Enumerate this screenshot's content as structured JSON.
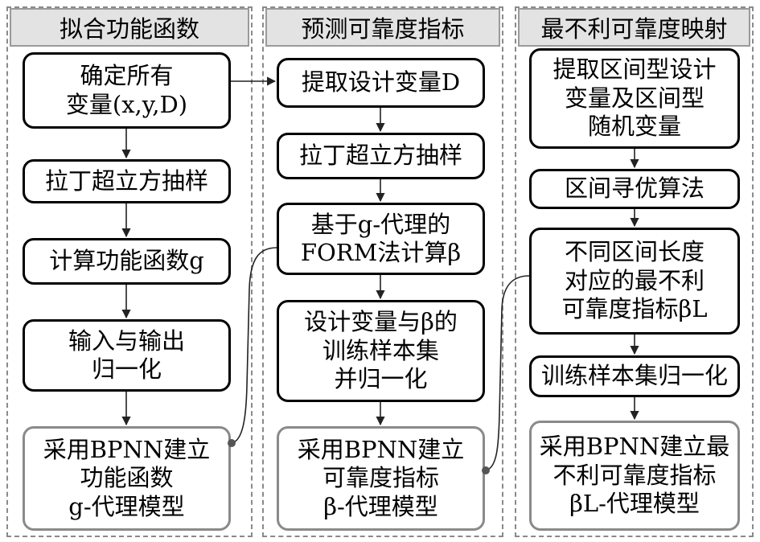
{
  "panels": {
    "fit": {
      "title": "拟合功能函数"
    },
    "predict": {
      "title": "预测可靠度指标"
    },
    "worst": {
      "title": "最不利可靠度映射"
    }
  },
  "col1": [
    "确定所有\n变量(x,y,D)",
    "拉丁超立方抽样",
    "计算功能函数g",
    "输入与输出\n归一化",
    "采用BPNN建立\n功能函数\ng-代理模型"
  ],
  "col2": [
    "提取设计变量D",
    "拉丁超立方抽样",
    "基于g-代理的\nFORM法计算β",
    "设计变量与β的\n训练样本集\n并归一化",
    "采用BPNN建立\n可靠度指标\nβ-代理模型"
  ],
  "col3": [
    "提取区间型设计\n变量及区间型\n随机变量",
    "区间寻优算法",
    "不同区间长度\n对应的最不利\n可靠度指标βL",
    "训练样本集归一化",
    "采用BPNN建立最\n不利可靠度指标\nβL-代理模型"
  ],
  "colors": {
    "panel_border": "#8a8a8a",
    "header_bg": "#e3e3e3",
    "box_border": "#000000",
    "final_border": "#8a8a8a",
    "line": "#333333"
  }
}
